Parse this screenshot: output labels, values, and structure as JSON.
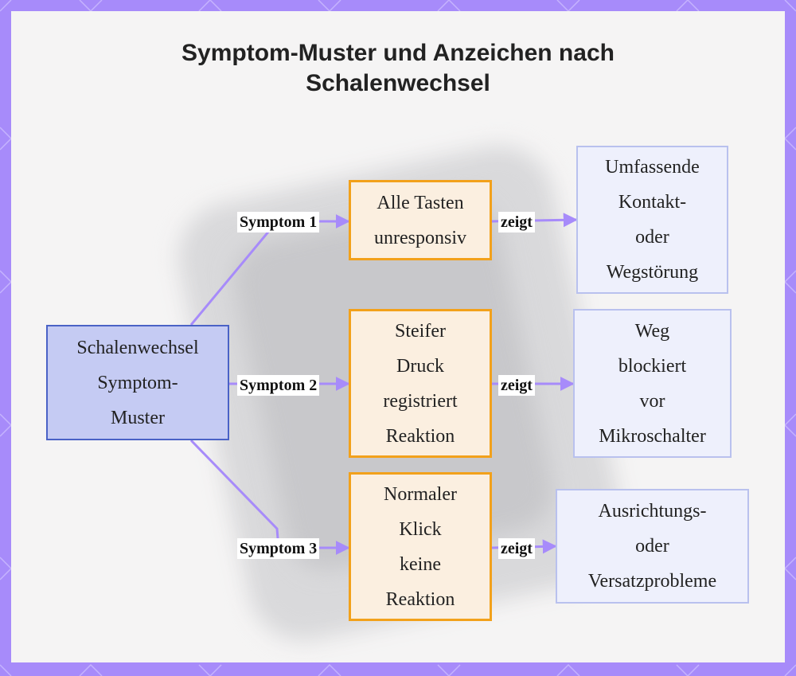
{
  "title_lines": [
    "Symptom-Muster und Anzeichen nach",
    "Schalenwechsel"
  ],
  "root": {
    "lines": [
      "Schalenwechsel",
      "Symptom-",
      "Muster"
    ]
  },
  "branches": [
    {
      "edge_label": "Symptom 1",
      "symptom_lines": [
        "Alle Tasten",
        "unresponsiv"
      ],
      "result_label": "zeigt",
      "result_lines": [
        "Umfassende",
        "Kontakt-",
        "oder",
        "Wegstörung"
      ]
    },
    {
      "edge_label": "Symptom 2",
      "symptom_lines": [
        "Steifer",
        "Druck",
        "registriert",
        "Reaktion"
      ],
      "result_label": "zeigt",
      "result_lines": [
        "Weg",
        "blockiert",
        "vor",
        "Mikroschalter"
      ]
    },
    {
      "edge_label": "Symptom 3",
      "symptom_lines": [
        "Normaler",
        "Klick",
        "keine",
        "Reaktion"
      ],
      "result_label": "zeigt",
      "result_lines": [
        "Ausrichtungs-",
        "oder",
        "Versatzprobleme"
      ]
    }
  ],
  "colors": {
    "frame": "#a78bfa",
    "edge": "#a78bfa",
    "root_fill": "#c5cbf3",
    "root_border": "#4a62c6",
    "symptom_fill": "#fbefe0",
    "symptom_border": "#f2a11b",
    "result_fill": "#eef0fc",
    "result_border": "#b9c1ee"
  }
}
